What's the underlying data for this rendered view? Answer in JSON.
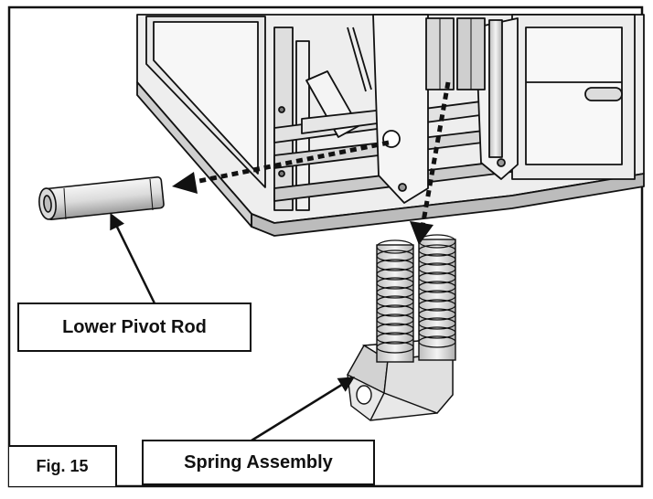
{
  "labels": {
    "pivot_rod": "Lower Pivot Rod",
    "spring_assembly": "Spring Assembly",
    "figure": "Fig. 15"
  },
  "colors": {
    "line": "#111111",
    "part_fill": "#e4e4e4",
    "part_light": "#f2f2f2",
    "part_dark": "#9a9a9a"
  }
}
